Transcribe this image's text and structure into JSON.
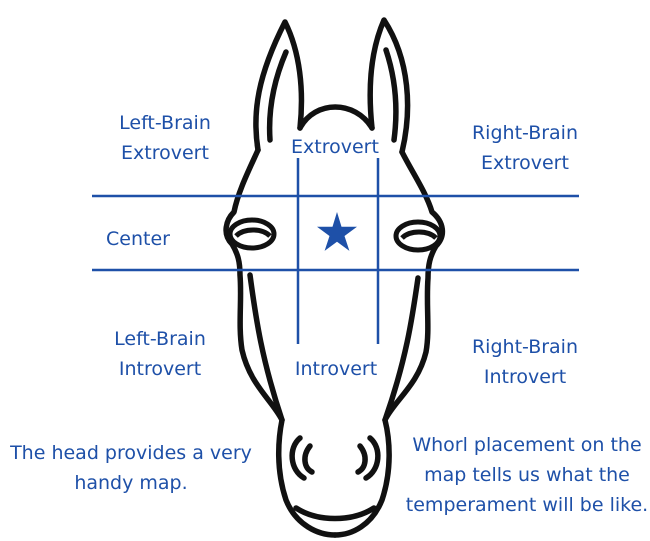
{
  "colors": {
    "accent": "#1e50a8",
    "outline": "#111111",
    "background": "#ffffff"
  },
  "icons": {
    "marker": "star-icon"
  },
  "labels": {
    "left_brain_extrovert": [
      "Left-Brain",
      "Extrovert"
    ],
    "extrovert": "Extrovert",
    "right_brain_extrovert": [
      "Right-Brain",
      "Extrovert"
    ],
    "center": "Center",
    "left_brain_introvert": [
      "Left-Brain",
      "Introvert"
    ],
    "introvert": "Introvert",
    "right_brain_introvert": [
      "Right-Brain",
      "Introvert"
    ]
  },
  "notes": {
    "left": "The head provides a very handy map.",
    "right": "Whorl placement on the map tells us what the temperament will be like."
  }
}
